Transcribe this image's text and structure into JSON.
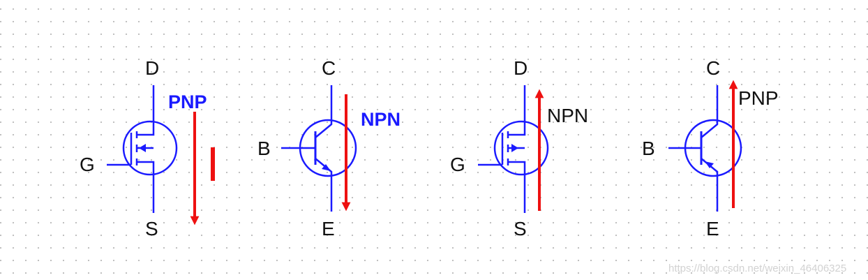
{
  "symbols": {
    "s1": {
      "top": "D",
      "left": "G",
      "bottom": "S",
      "tag": "PNP",
      "current_label": "I"
    },
    "s2": {
      "top": "C",
      "left": "B",
      "bottom": "E",
      "tag": "NPN"
    },
    "s3": {
      "top": "D",
      "left": "G",
      "bottom": "S",
      "tag": "NPN"
    },
    "s4": {
      "top": "C",
      "left": "B",
      "bottom": "E",
      "tag": "PNP"
    }
  },
  "watermark": "https://blog.csdn.net/weixin_46406325",
  "colors": {
    "wire": "#1a1aff",
    "arrow": "#ee1111",
    "text": "#111111",
    "tag_blue": "#1a1aff"
  }
}
